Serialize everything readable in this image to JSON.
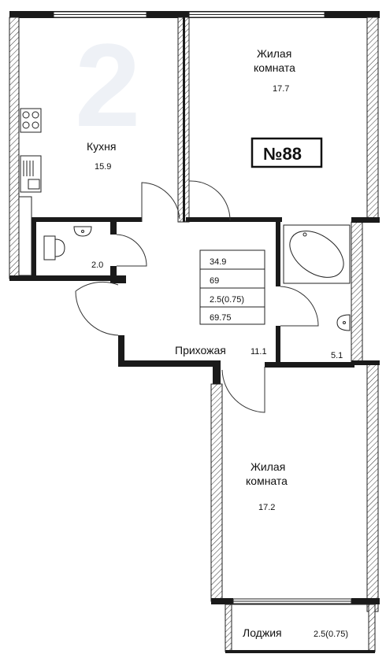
{
  "watermark": "2",
  "apartment_badge": "№88",
  "rooms": {
    "living1": {
      "name": "Жилая комната",
      "area": "17.7"
    },
    "kitchen": {
      "name": "Кухня",
      "area": "15.9"
    },
    "wc": {
      "area": "2.0"
    },
    "bath": {
      "area": "5.1"
    },
    "hall": {
      "name": "Прихожая",
      "area": "11.1"
    },
    "living2": {
      "name": "Жилая комната",
      "area": "17.2"
    },
    "loggia": {
      "name": "Лоджия",
      "area": "2.5(0.75)"
    }
  },
  "summary": [
    "34.9",
    "69",
    "2.5(0.75)",
    "69.75"
  ]
}
